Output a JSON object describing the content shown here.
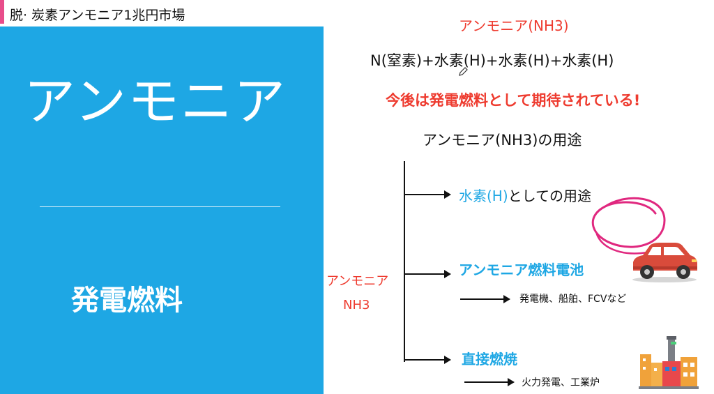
{
  "left": {
    "header_title": "脱· 炭素アンモニア1兆円市場",
    "main_title": "アンモニア",
    "subtitle": "発電燃料"
  },
  "right": {
    "heading": "アンモニア(NH3)",
    "formula": "N(窒素)+水素(H)+水素(H)+水素(H)",
    "expectation": "今後は発電燃料として期待されている!",
    "uses_title": "アンモニア(NH3)の用途",
    "root_label_1": "アンモニア",
    "root_label_2": "NH3",
    "branch_1_blue": "水素(H)",
    "branch_1_rest": "としての用途",
    "branch_2": "アンモニア燃料電池",
    "branch_2_detail": "発電機、船舶、FCVなど",
    "branch_3": "直接燃焼",
    "branch_3_detail": "火力発電、工業炉"
  },
  "colors": {
    "panel_blue": "#1ea7e4",
    "accent_pink": "#e84d8a",
    "text_red": "#ee3b2f",
    "annotation_magenta": "#e0287f",
    "car_red": "#d94b3b"
  },
  "icons": [
    "car-icon",
    "factory-icon",
    "pen-cursor-icon"
  ]
}
